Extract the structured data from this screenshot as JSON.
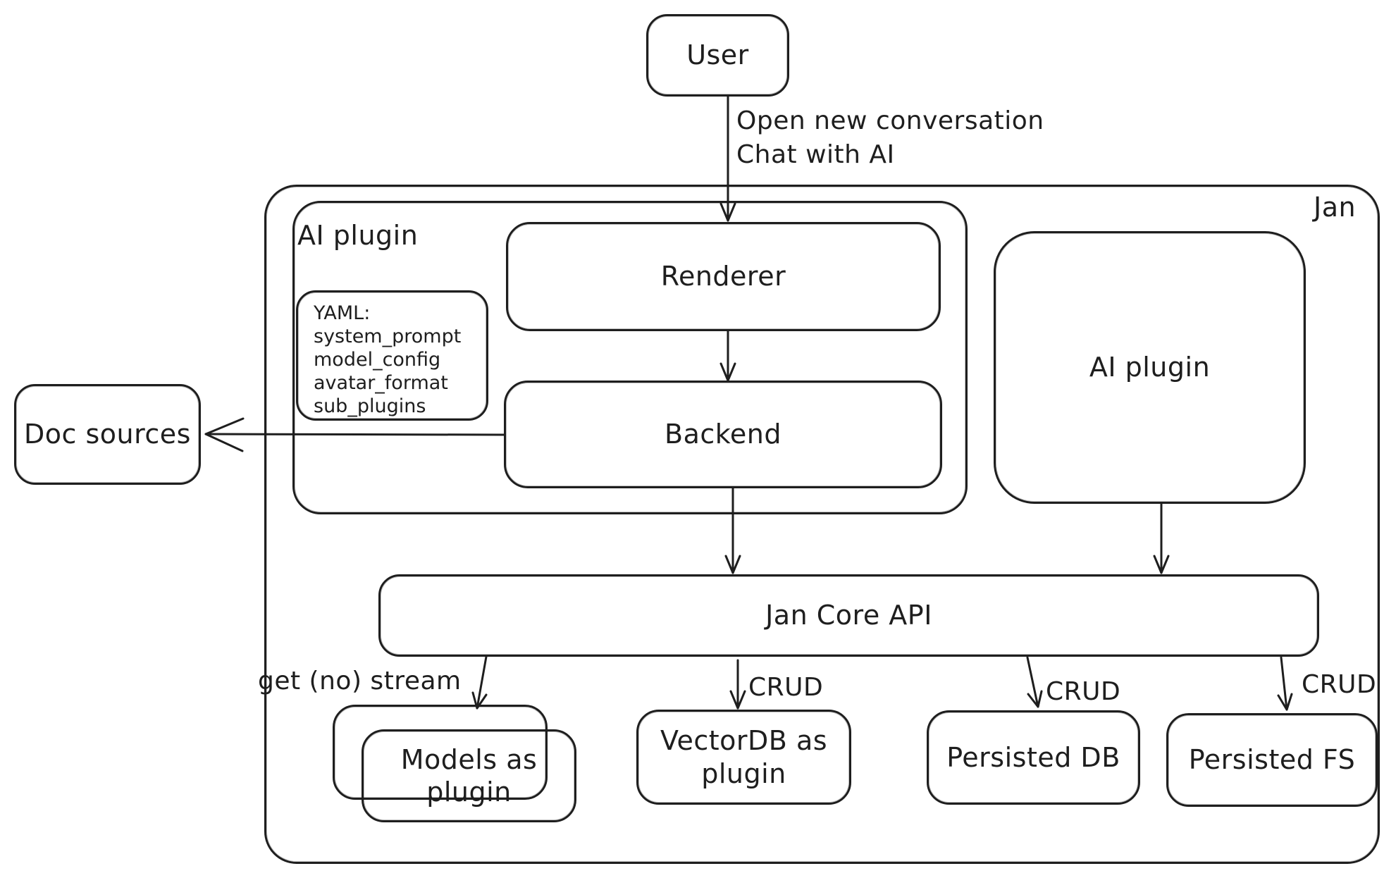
{
  "canvas": {
    "background": "#ffffff",
    "stroke_color": "#1e1e1e"
  },
  "diagram": {
    "nodes": {
      "user": {
        "label": "User"
      },
      "jan_container": {
        "label": "Jan"
      },
      "ai_plugin_container": {
        "label": "AI plugin"
      },
      "yaml_note": {
        "lines": [
          "YAML:",
          "system_prompt",
          "model_config",
          "avatar_format",
          "sub_plugins"
        ]
      },
      "renderer": {
        "label": "Renderer"
      },
      "backend": {
        "label": "Backend"
      },
      "ai_plugin_right": {
        "label": "AI plugin"
      },
      "doc_sources": {
        "label": "Doc sources"
      },
      "jan_core_api": {
        "label": "Jan Core API"
      },
      "models_as_plugin": {
        "label": "Models as plugin"
      },
      "vectordb_as_plugin": {
        "label": "VectorDB as plugin"
      },
      "persisted_db": {
        "label": "Persisted DB"
      },
      "persisted_fs": {
        "label": "Persisted FS"
      }
    },
    "edge_labels": {
      "user_to_renderer": {
        "lines": [
          "Open new conversation",
          "Chat with AI"
        ]
      },
      "core_to_models": {
        "label": "get (no) stream"
      },
      "core_to_vectordb": {
        "label": "CRUD"
      },
      "core_to_persisted_db": {
        "label": "CRUD"
      },
      "core_to_persisted_fs": {
        "label": "CRUD"
      }
    }
  }
}
